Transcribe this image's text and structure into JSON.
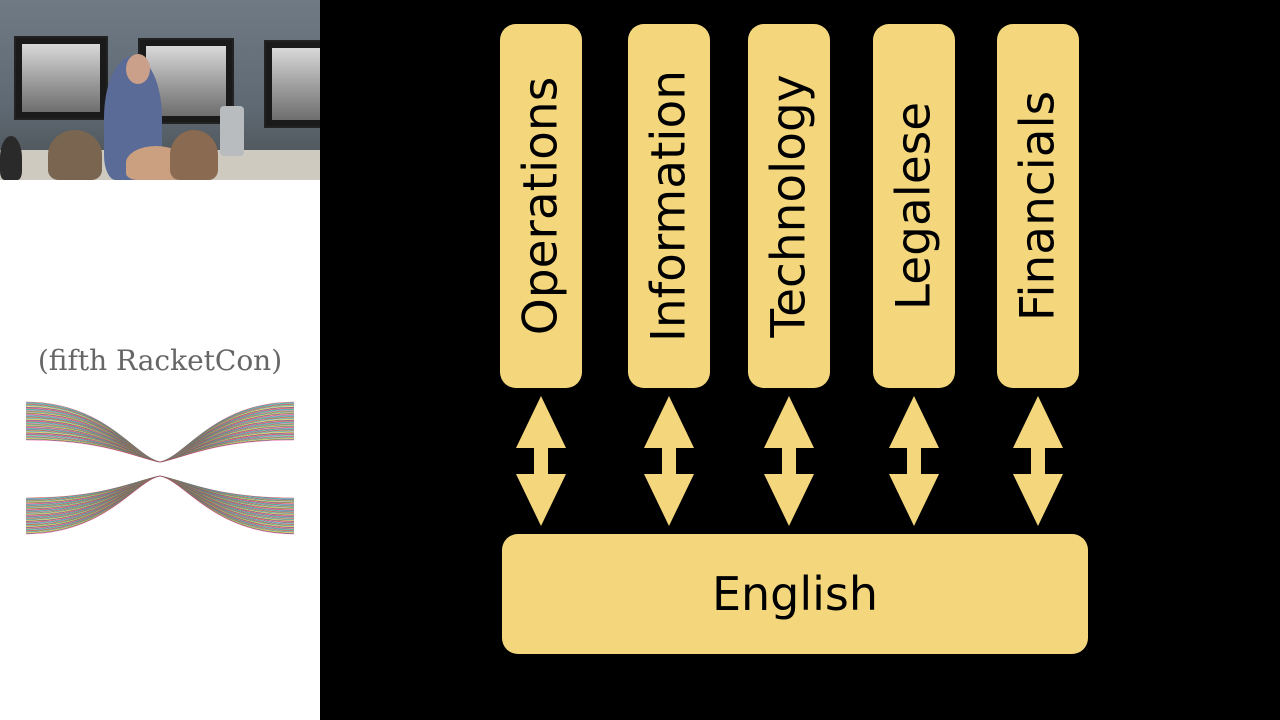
{
  "sidebar": {
    "event_title": "(fifth RacketCon)"
  },
  "diagram": {
    "pillars": [
      {
        "label": "Operations"
      },
      {
        "label": "Information"
      },
      {
        "label": "Technology"
      },
      {
        "label": "Legalese"
      },
      {
        "label": "Financials"
      }
    ],
    "base_label": "English",
    "colors": {
      "box_fill": "#f4d77c",
      "background": "#000000",
      "text": "#000000"
    }
  }
}
